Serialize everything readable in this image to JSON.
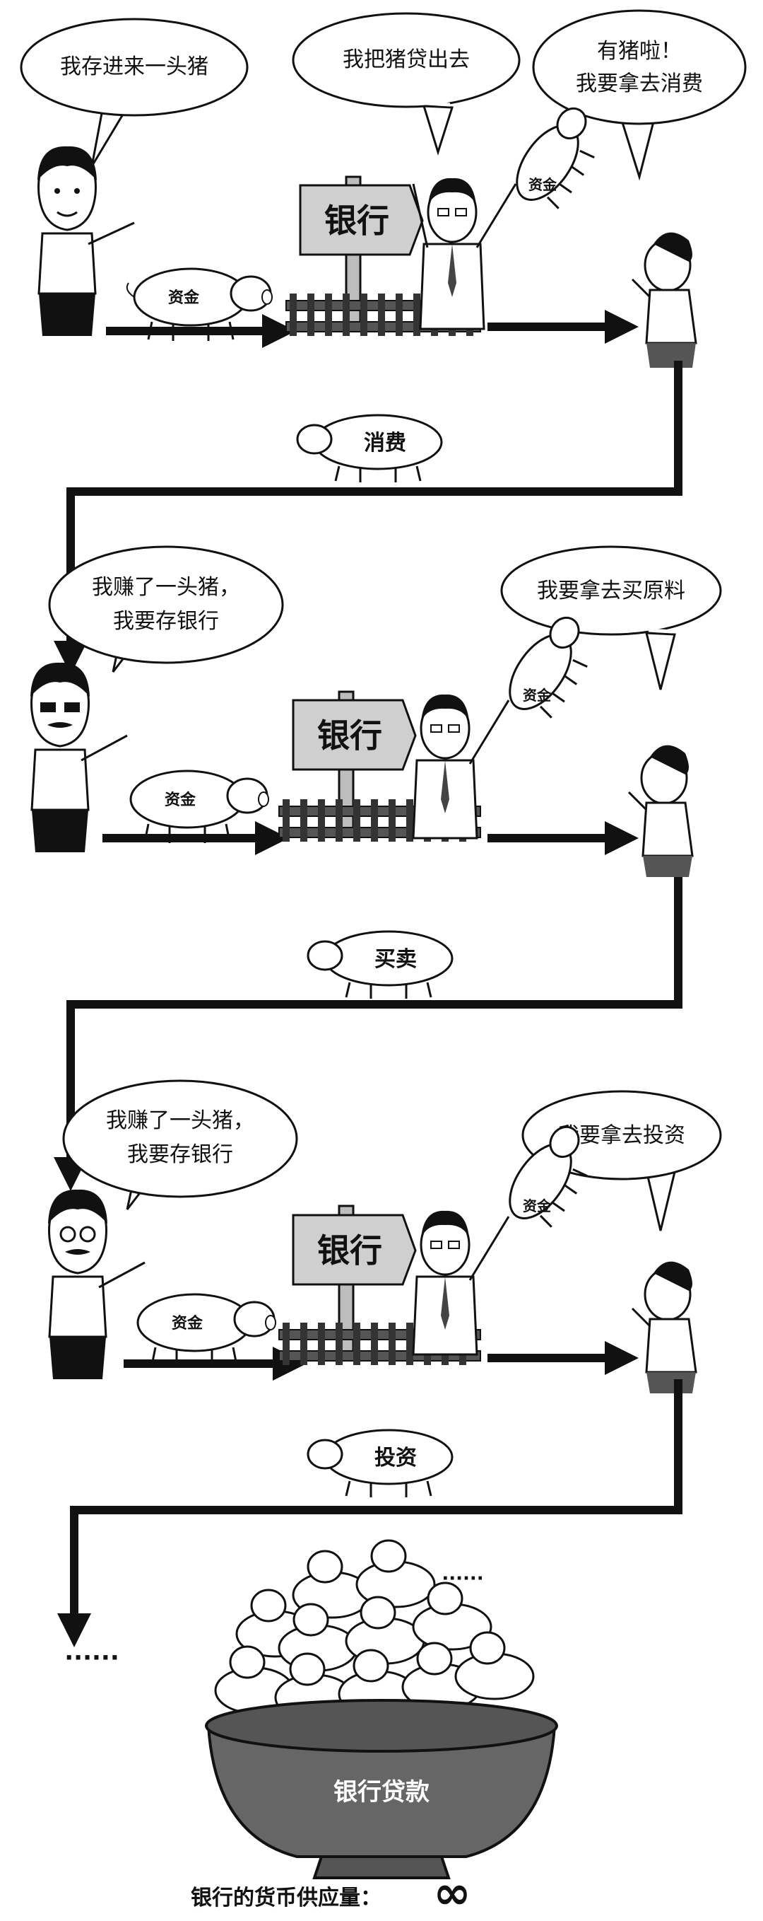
{
  "rows": [
    {
      "customer_bubble": [
        "我存进来一头猪"
      ],
      "banker_bubble": [
        "我把猪贷出去"
      ],
      "borrower_bubble": [
        "有猪啦！",
        "我要拿去消费"
      ],
      "bank_sign": "银行",
      "pig_deposit_label": "资金",
      "pig_loan_label": "资金",
      "transfer_label": "消费"
    },
    {
      "customer_bubble": [
        "我赚了一头猪，",
        "我要存银行"
      ],
      "borrower_bubble": [
        "我要拿去买原料"
      ],
      "bank_sign": "银行",
      "pig_deposit_label": "资金",
      "pig_loan_label": "资金",
      "transfer_label": "买卖"
    },
    {
      "customer_bubble": [
        "我赚了一头猪，",
        "我要存银行"
      ],
      "borrower_bubble": [
        "我要拿去投资"
      ],
      "bank_sign": "银行",
      "pig_deposit_label": "资金",
      "pig_loan_label": "资金",
      "transfer_label": "投资"
    }
  ],
  "ellipsis_left": "······",
  "ellipsis_pile": "······",
  "bowl_label": "银行贷款",
  "footer": {
    "label": "银行的货币供应量：",
    "symbol": "∞"
  }
}
